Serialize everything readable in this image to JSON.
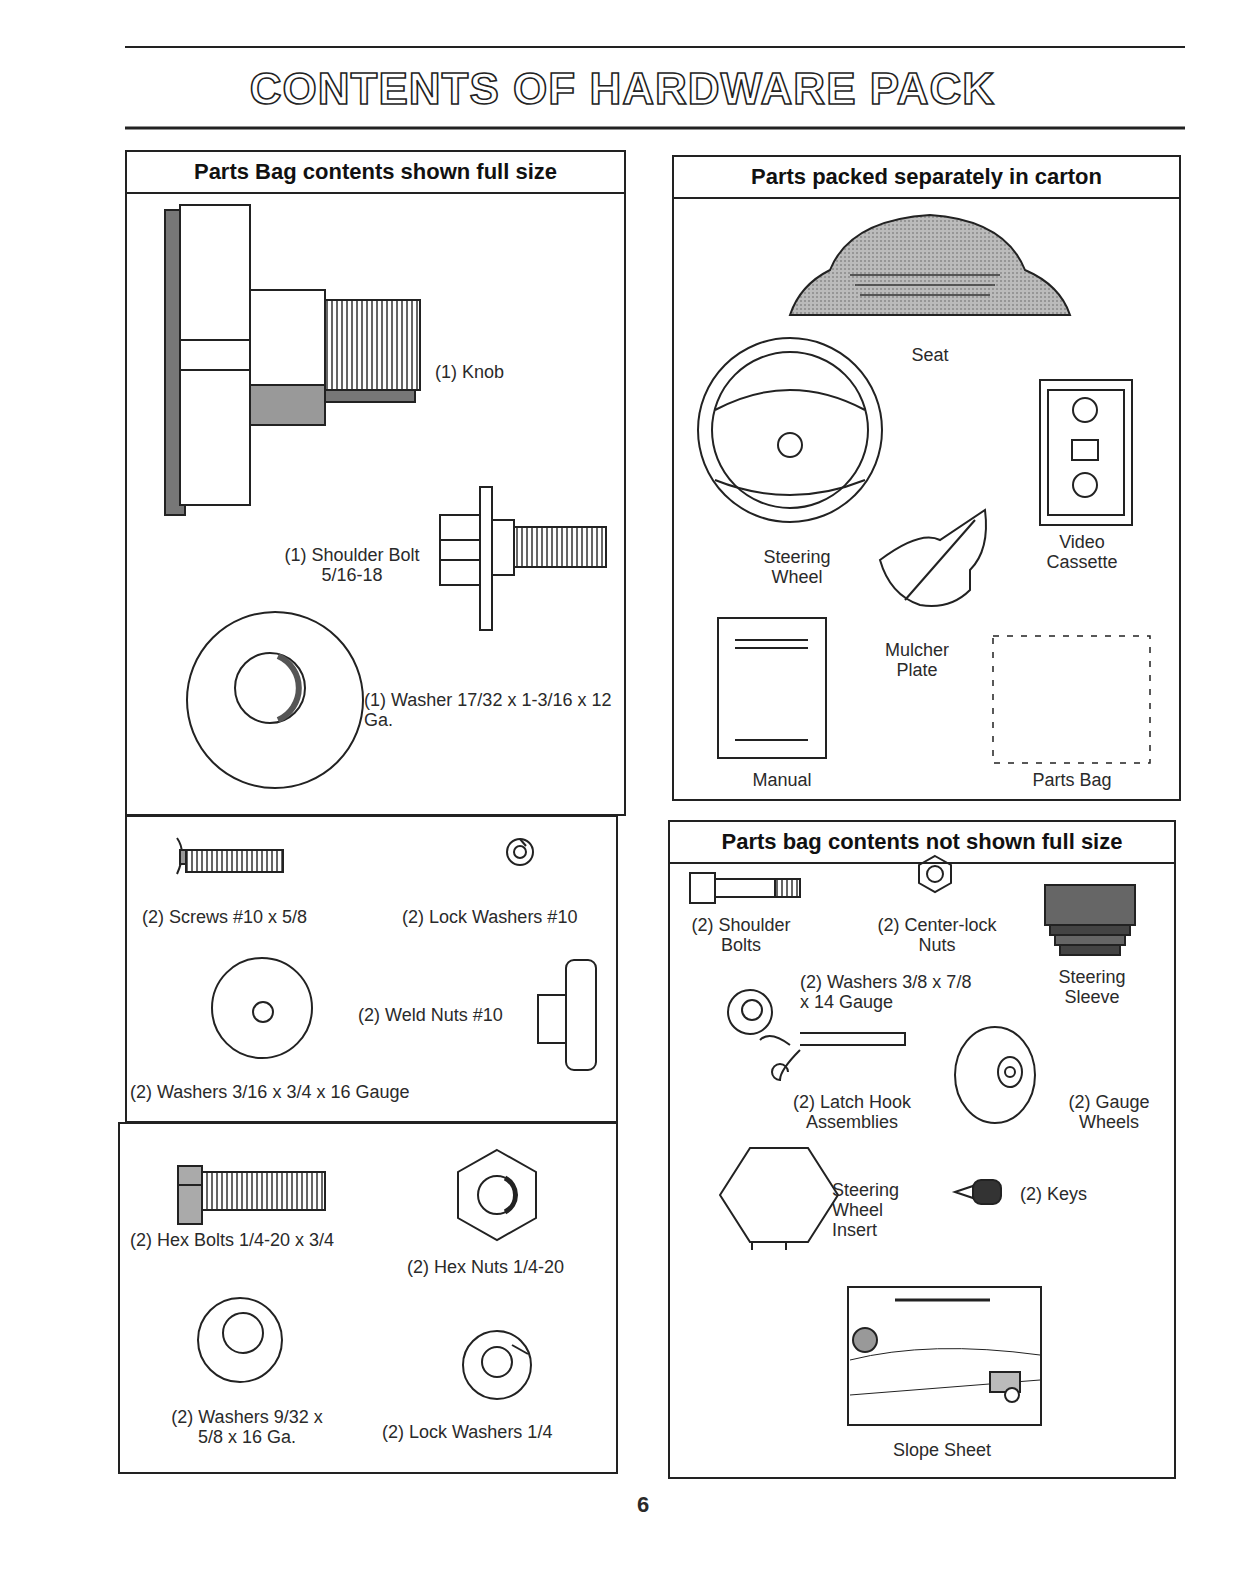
{
  "diagram": {
    "title": "CONTENTS OF HARDWARE PACK",
    "nodes": [
      {
        "text": [
          "Parts Bag contents shown full size",
          "(1) Knob",
          "(1) Shoulder Bolt 5/16-18",
          "(1) Washer 17/32 x 1-3/16 x 12 Ga."
        ]
      },
      {
        "text": [
          "(2) Screws #10 x 5/8",
          "(2) Lock Washers #10",
          "(2) Weld Nuts #10",
          "(2) Washers 3/16 x 3/4 x 16 Gauge"
        ]
      },
      {
        "text": [
          "(2) Hex Bolts 1/4-20 x 3/4",
          "(2) Hex Nuts 1/4-20",
          "(2) Washers 9/32 x 5/8 x 16 Ga.",
          "(2) Lock Washers 1/4"
        ]
      },
      {
        "text": [
          "Parts packed separately in carton",
          "Seat",
          "Steering Wheel",
          "Video Cassette",
          "Mulcher Plate",
          "Manual",
          "Parts Bag"
        ]
      },
      {
        "text": [
          "Parts bag contents not shown full size",
          "(2) Shoulder Bolts",
          "(2) Center-lock Nuts",
          "Steering Sleeve",
          "(2) Washers 3/8 x 7/8 x 14 Gauge",
          "(2) Latch Hook Assemblies",
          "(2) Gauge Wheels",
          "Steering Wheel Insert",
          "(2) Keys",
          "Slope Sheet"
        ]
      }
    ],
    "labels": [
      "6"
    ]
  }
}
